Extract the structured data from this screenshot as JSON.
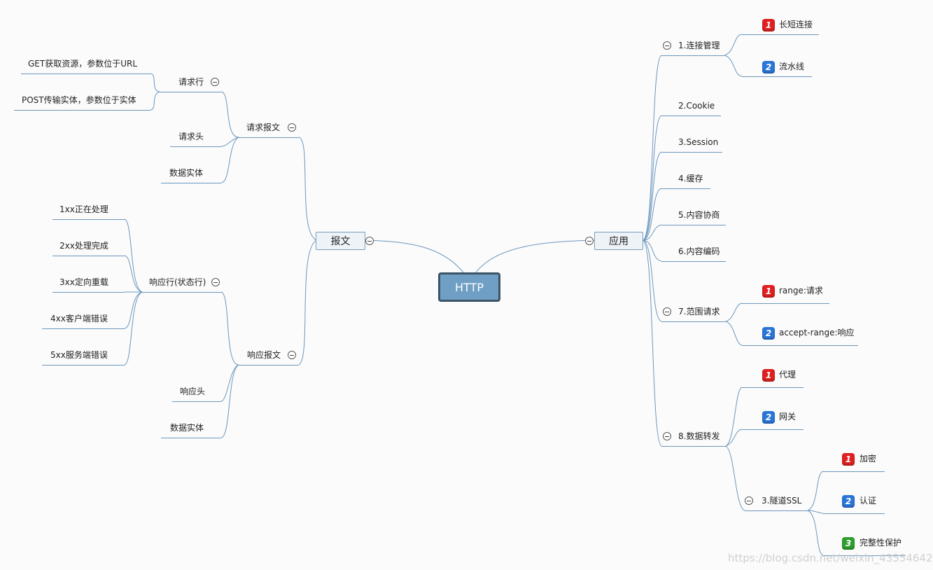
{
  "root": "HTTP",
  "left": {
    "label": "报文",
    "request": {
      "label": "请求报文",
      "line": {
        "label": "请求行",
        "items": [
          "GET获取资源，参数位于URL",
          "POST传输实体，参数位于实体"
        ]
      },
      "header": "请求头",
      "body": "数据实体"
    },
    "response": {
      "label": "响应报文",
      "line": {
        "label": "响应行(状态行)",
        "items": [
          "1xx正在处理",
          "2xx处理完成",
          "3xx定向重载",
          "4xx客户端错误",
          "5xx服务端错误"
        ]
      },
      "header": "响应头",
      "body": "数据实体"
    }
  },
  "right": {
    "label": "应用",
    "conn": {
      "label": "1.连接管理",
      "items": [
        "长短连接",
        "流水线"
      ]
    },
    "cookie": "2.Cookie",
    "session": "3.Session",
    "cache": "4.缓存",
    "negotiation": "5.内容协商",
    "encoding": "6.内容编码",
    "range": {
      "label": "7.范围请求",
      "items": [
        "range:请求",
        "accept-range:响应"
      ]
    },
    "forward": {
      "label": "8.数据转发",
      "items": [
        "代理",
        "网关"
      ],
      "ssl": {
        "label": "3.隧道SSL",
        "items": [
          "加密",
          "认证",
          "完整性保护"
        ]
      }
    }
  },
  "badges": [
    "1",
    "2",
    "3"
  ],
  "watermark": "https://blog.csdn.net/weixin_43554642",
  "colors": {
    "line": "#6b97bd",
    "root_fill": "#6f9fc4",
    "root_border": "#3d5566",
    "badge1": "#e02020",
    "badge2": "#2a76d8",
    "badge3": "#2e9e2e"
  }
}
